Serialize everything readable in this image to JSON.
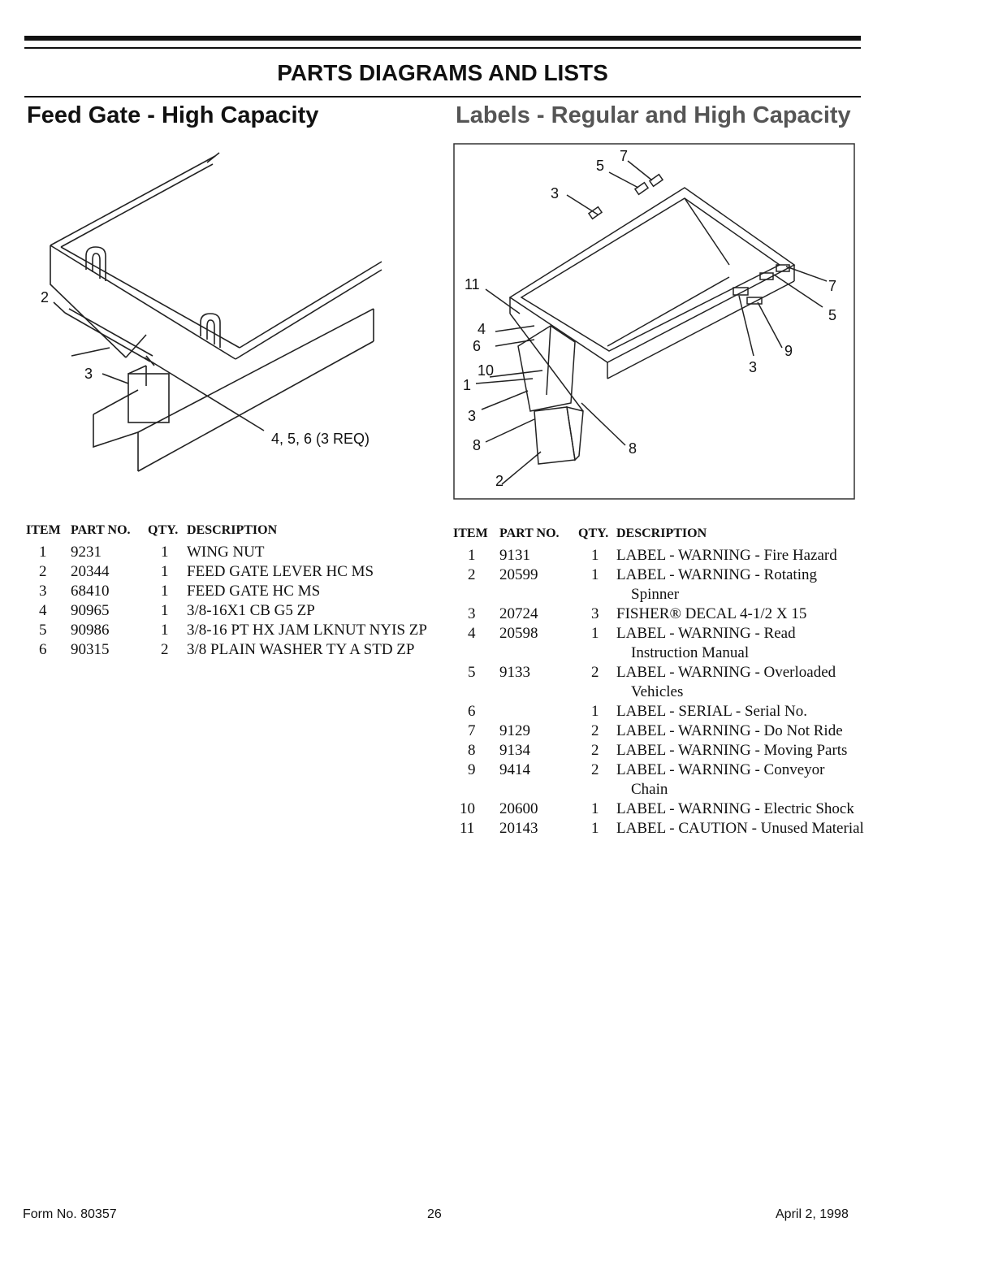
{
  "page_title": "PARTS DIAGRAMS AND LISTS",
  "left_section": {
    "title": "Feed Gate - High Capacity",
    "callouts": [
      "2",
      "3",
      "4, 5, 6 (3 REQ)"
    ],
    "table": {
      "headers": [
        "ITEM",
        "PART NO.",
        "QTY.",
        "DESCRIPTION"
      ],
      "rows": [
        {
          "item": "1",
          "part_no": "9231",
          "qty": "1",
          "description": "WING NUT"
        },
        {
          "item": "2",
          "part_no": "20344",
          "qty": "1",
          "description": "FEED GATE LEVER HC MS"
        },
        {
          "item": "3",
          "part_no": "68410",
          "qty": "1",
          "description": "FEED GATE HC MS"
        },
        {
          "item": "4",
          "part_no": "90965",
          "qty": "1",
          "description": "3/8-16X1 CB G5 ZP"
        },
        {
          "item": "5",
          "part_no": "90986",
          "qty": "1",
          "description": "3/8-16 PT HX JAM LKNUT NYIS ZP"
        },
        {
          "item": "6",
          "part_no": "90315",
          "qty": "2",
          "description": "3/8 PLAIN WASHER TY A STD ZP"
        }
      ]
    }
  },
  "right_section": {
    "title": "Labels - Regular and High Capacity",
    "callouts": [
      "7",
      "5",
      "3",
      "11",
      "4",
      "6",
      "10",
      "1",
      "3",
      "8",
      "2",
      "7",
      "5",
      "9",
      "3",
      "8"
    ],
    "table": {
      "headers": [
        "ITEM",
        "PART NO.",
        "QTY.",
        "DESCRIPTION"
      ],
      "rows": [
        {
          "item": "1",
          "part_no": "9131",
          "qty": "1",
          "description": "LABEL - WARNING - Fire Hazard",
          "cont": ""
        },
        {
          "item": "2",
          "part_no": "20599",
          "qty": "1",
          "description": "LABEL - WARNING - Rotating",
          "cont": "Spinner"
        },
        {
          "item": "3",
          "part_no": "20724",
          "qty": "3",
          "description": "FISHER® DECAL 4-1/2 X 15",
          "cont": ""
        },
        {
          "item": "4",
          "part_no": "20598",
          "qty": "1",
          "description": "LABEL - WARNING - Read",
          "cont": "Instruction Manual"
        },
        {
          "item": "5",
          "part_no": "9133",
          "qty": "2",
          "description": "LABEL - WARNING - Overloaded",
          "cont": "Vehicles"
        },
        {
          "item": "6",
          "part_no": "",
          "qty": "1",
          "description": "LABEL - SERIAL - Serial No.",
          "cont": ""
        },
        {
          "item": "7",
          "part_no": "9129",
          "qty": "2",
          "description": "LABEL - WARNING - Do Not Ride",
          "cont": ""
        },
        {
          "item": "8",
          "part_no": "9134",
          "qty": "2",
          "description": "LABEL - WARNING - Moving Parts",
          "cont": ""
        },
        {
          "item": "9",
          "part_no": "9414",
          "qty": "2",
          "description": "LABEL - WARNING - Conveyor",
          "cont": "Chain"
        },
        {
          "item": "10",
          "part_no": "20600",
          "qty": "1",
          "description": "LABEL - WARNING - Electric Shock",
          "cont": ""
        },
        {
          "item": "11",
          "part_no": "20143",
          "qty": "1",
          "description": "LABEL - CAUTION - Unused Material",
          "cont": ""
        }
      ]
    }
  },
  "footer": {
    "form_no": "Form No. 80357",
    "page_number": "26",
    "date": "April 2, 1998"
  }
}
